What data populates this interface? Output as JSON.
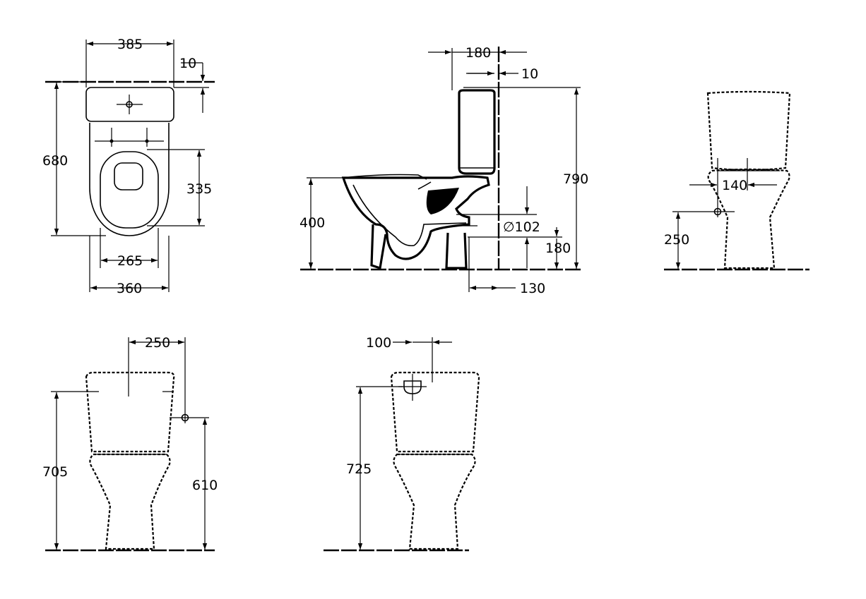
{
  "dimensions": {
    "top_width_385": "385",
    "top_offset_10": "10",
    "top_depth_680": "680",
    "top_seat_335": "335",
    "top_seat_265": "265",
    "top_base_360": "360",
    "side_tank_180": "180",
    "side_offset_10": "10",
    "side_height_790": "790",
    "side_seat_400": "400",
    "side_outlet_d102": "∅102",
    "side_outlet_180": "180",
    "side_outlet_130": "130",
    "front_inlet_140": "140",
    "front_inlet_250": "250",
    "back_inlet_250": "250",
    "back_height_705": "705",
    "back_inlet_610": "610",
    "back2_inlet_100": "100",
    "back2_height_725": "725"
  }
}
